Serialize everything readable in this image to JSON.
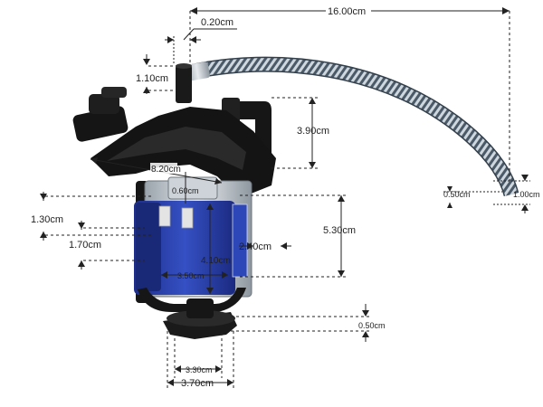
{
  "dimensions": {
    "overall_width": "16.00cm",
    "nozzle_wall": "0.20cm",
    "nozzle_height": "1.10cm",
    "elbow_height": "3.90cm",
    "bracket_width": "8.20cm",
    "hose_inner": "0.50cm",
    "hose_outer": "1.00cm",
    "valve_tab_width": "0.60cm",
    "upper_offset": "1.30cm",
    "lower_offset": "1.70cm",
    "coil_body_height": "5.30cm",
    "coil_depth": "2.40cm",
    "coil_height": "4.10cm",
    "coil_width": "3.50cm",
    "base_thickness": "0.50cm",
    "base_inner_width": "3.30cm",
    "base_outer_width": "3.70cm"
  },
  "colors": {
    "coil_blue": "#2a3fa8",
    "body_black": "#151515",
    "hose_silver": "#b9c4cc",
    "dim_line": "#222222"
  }
}
